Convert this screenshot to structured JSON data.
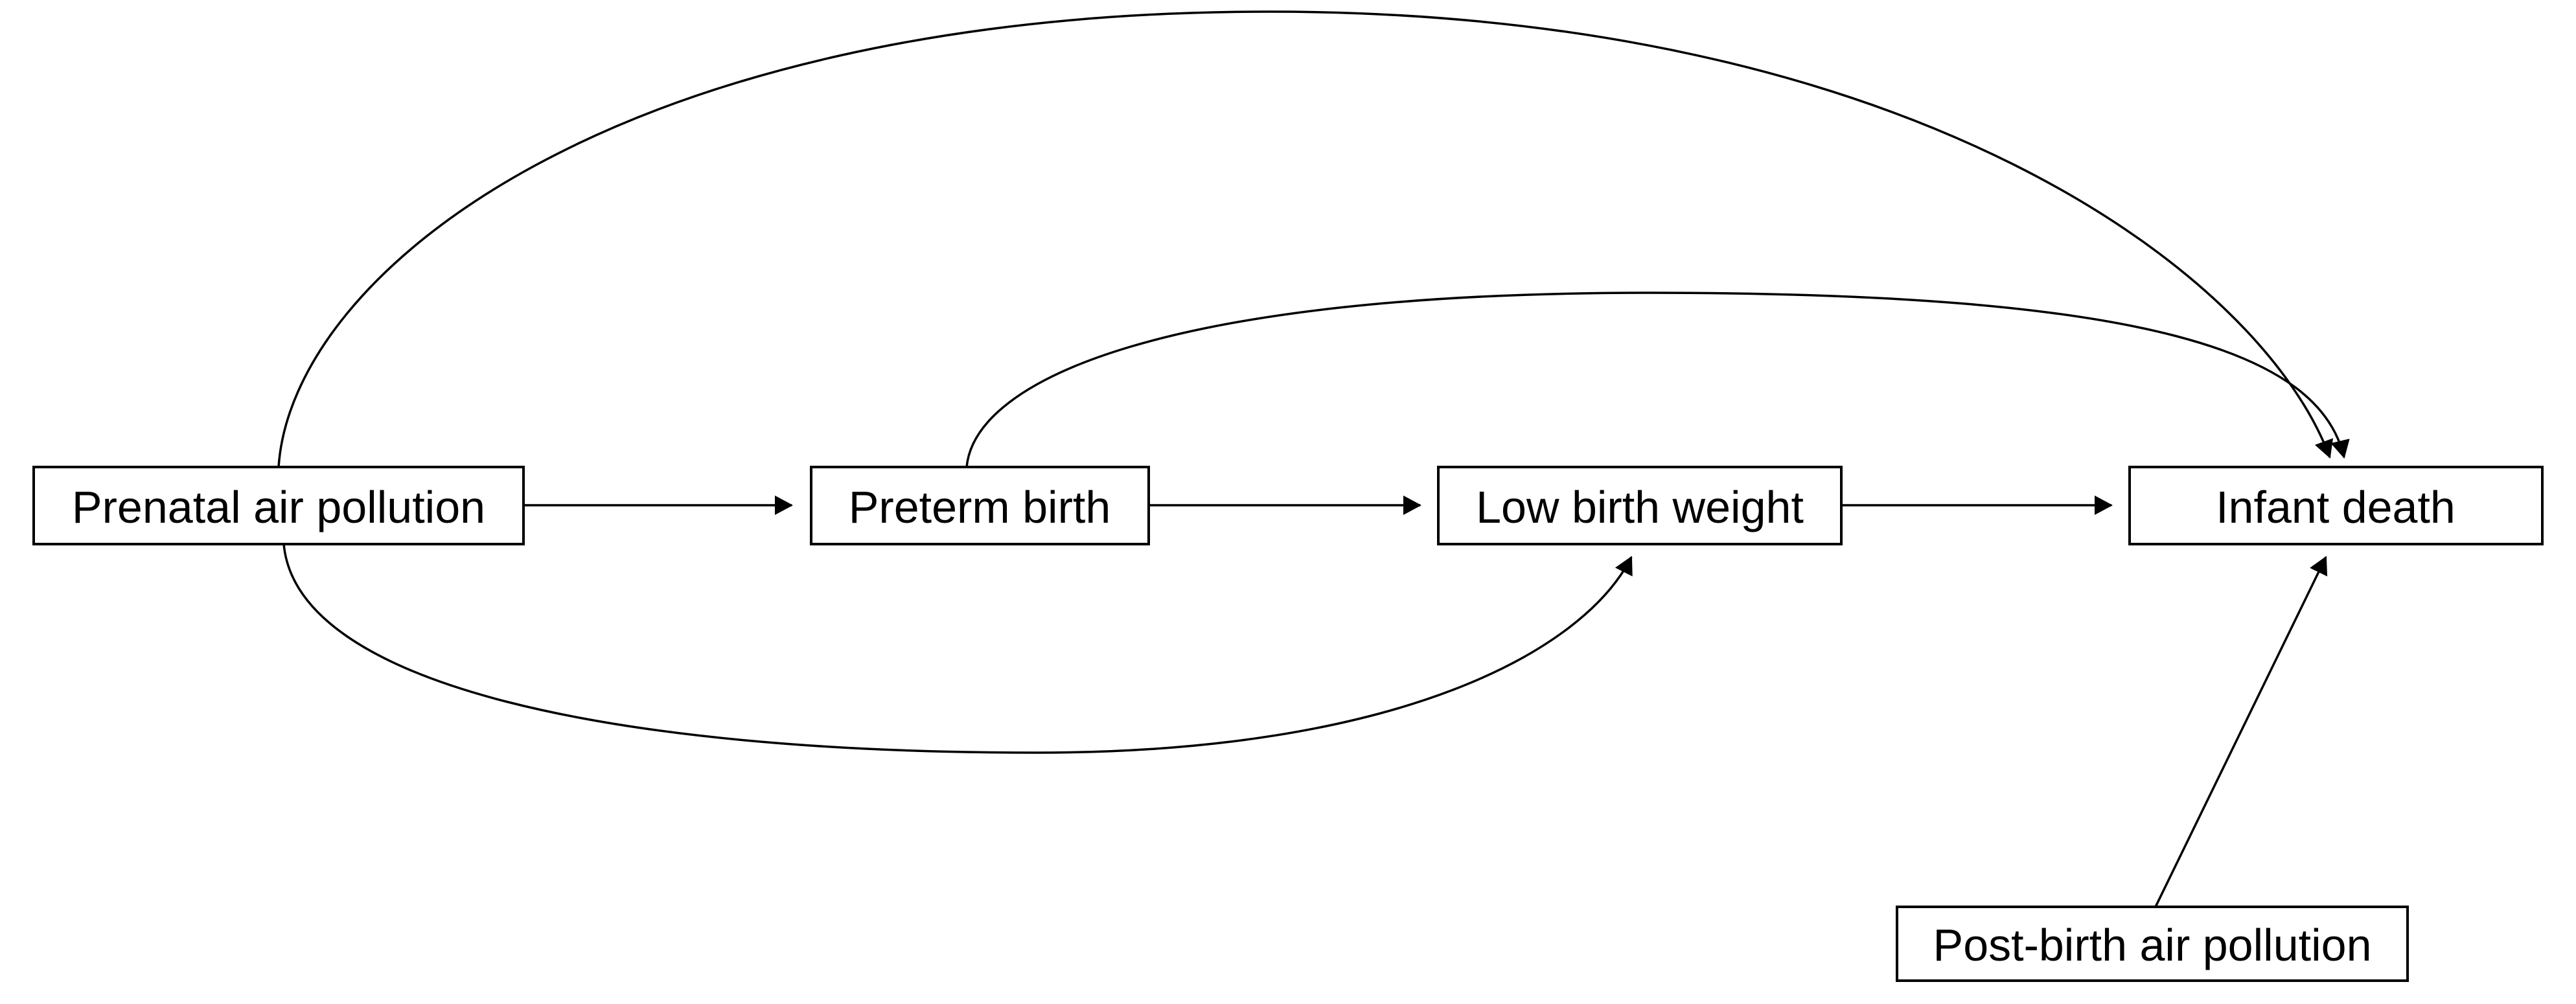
{
  "diagram": {
    "type": "causal-dag",
    "background_color": "#ffffff",
    "line_color": "#000000",
    "box_fill_color": "#ffffff",
    "text_color": "#000000",
    "nodes": [
      {
        "id": "prenatal-air-pollution",
        "label": "Prenatal air pollution"
      },
      {
        "id": "preterm-birth",
        "label": "Preterm birth"
      },
      {
        "id": "low-birth-weight",
        "label": "Low birth weight"
      },
      {
        "id": "infant-death",
        "label": "Infant death"
      },
      {
        "id": "post-birth-air-pollution",
        "label": "Post-birth air pollution"
      }
    ],
    "edges": [
      {
        "from": "Prenatal air pollution",
        "to": "Preterm birth",
        "shape": "straight"
      },
      {
        "from": "Preterm birth",
        "to": "Low birth weight",
        "shape": "straight"
      },
      {
        "from": "Low birth weight",
        "to": "Infant death",
        "shape": "straight"
      },
      {
        "from": "Prenatal air pollution",
        "to": "Infant death",
        "shape": "arc-over-top"
      },
      {
        "from": "Preterm birth",
        "to": "Infant death",
        "shape": "arc-over-top"
      },
      {
        "from": "Prenatal air pollution",
        "to": "Low birth weight",
        "shape": "arc-under-bottom"
      },
      {
        "from": "Post-birth air pollution",
        "to": "Infant death",
        "shape": "straight-diagonal"
      }
    ]
  }
}
